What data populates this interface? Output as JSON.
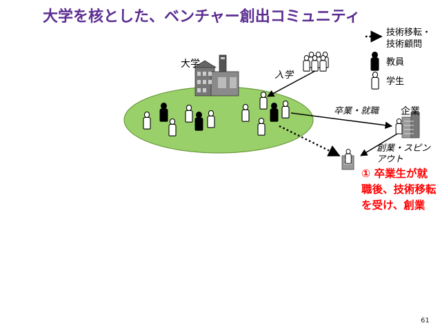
{
  "title": "大学を核とした、ベンチャー創出コミュニティ",
  "legend": {
    "transfer": "技術移転・技術顧問",
    "faculty": "教員",
    "student": "学生"
  },
  "labels": {
    "university": "大学",
    "enrollment": "入学",
    "graduation_employment": "卒業・就職",
    "company": "企業",
    "spinout": "創業・スピンアウト"
  },
  "callout": "① 卒業生が就職後、技術移転を受け、創業",
  "page_number": "61",
  "colors": {
    "title": "#5b2d91",
    "ellipse_fill": "#9ad06a",
    "ellipse_stroke": "#6a9a3c",
    "callout": "#ff0000",
    "arrow": "#000000"
  }
}
